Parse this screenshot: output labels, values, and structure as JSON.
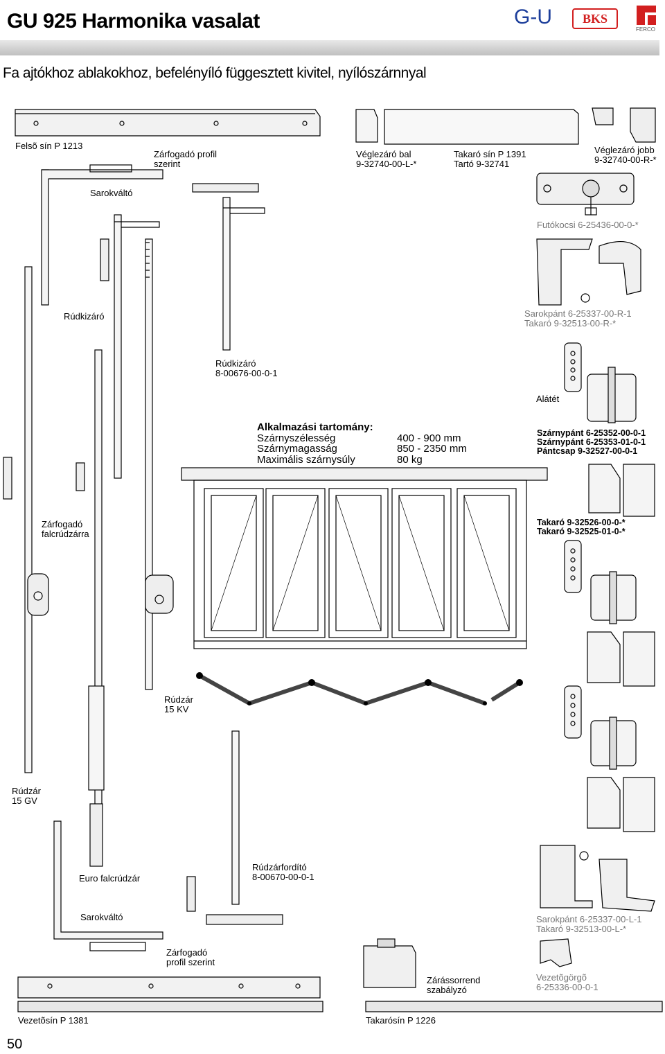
{
  "header": {
    "title": "GU 925 Harmonika vasalat",
    "subtitle": "Fa ajtókhoz ablakokhoz, befelényíló függesztett kivitel, nyílószárnnyal",
    "logos": {
      "gu": "G-U",
      "bks": "BKS",
      "ferco": "FERCO"
    }
  },
  "labels": {
    "felso_sin": "Felsõ sín P 1213",
    "zarfogado_profil_1": "Zárfogadó profil",
    "zarfogado_profil_2": "szerint",
    "veglezaro_bal_1": "Véglezáró bal",
    "veglezaro_bal_2": "9-32740-00-L-*",
    "takaro_sin_1": "Takaró sín P 1391",
    "takaro_sin_2": "Tartó 9-32741",
    "veglezaro_jobb_1": "Véglezáró jobb",
    "veglezaro_jobb_2": "9-32740-00-R-*",
    "sarokvalto_top": "Sarokváltó",
    "futokocsi": "Futókocsi 6-25436-00-0-*",
    "rudkizaro_left": "Rúdkizáró",
    "sarokpant_r_1": "Sarokpánt  6-25337-00-R-1",
    "sarokpant_r_2": "Takaró        9-32513-00-R-*",
    "rudkizaro_mid_1": "Rúdkizáró",
    "rudkizaro_mid_2": "8-00676-00-0-1",
    "alatet": "Alátét",
    "szarnypant_1": "Szárnypánt 6-25352-00-0-1",
    "szarnypant_2": "Szárnypánt 6-25353-01-0-1",
    "szarnypant_3": "Pántcsap   9-32527-00-0-1",
    "zarfogado_falc_1": "Zárfogadó",
    "zarfogado_falc_2": "falcrúdzárra",
    "takaro_526": "Takaró 9-32526-00-0-*",
    "takaro_525": "Takaró 9-32525-01-0-*",
    "rudzar_kv_1": "Rúdzár",
    "rudzar_kv_2": "15 KV",
    "rudzar_gv_1": "Rúdzár",
    "rudzar_gv_2": "15 GV",
    "euro_falc": "Euro falcrúdzár",
    "rudzarfordito_1": "Rúdzárfordító",
    "rudzarfordito_2": "8-00670-00-0-1",
    "sarokvalto_bottom": "Sarokváltó",
    "sarokpant_l_1": "Sarokpánt 6-25337-00-L-1",
    "sarokpant_l_2": "Takaró      9-32513-00-L-*",
    "zarfogado_profil_b_1": "Zárfogadó",
    "zarfogado_profil_b_2": "profil szerint",
    "zarassorrend_1": "Zárássorrend",
    "zarassorrend_2": "szabályzó",
    "vezetogorgo_1": "Vezetõgörgõ",
    "vezetogorgo_2": "6-25336-00-0-1",
    "vezetosin": "Vezetõsín P 1381",
    "takarosin": "Takarósín P 1226"
  },
  "range": {
    "heading": "Alkalmazási tartomány:",
    "rows": [
      {
        "name": "Szárnyszélesség",
        "value": "400 -  900 mm"
      },
      {
        "name": "Szárnymagasság",
        "value": "850 - 2350 mm"
      },
      {
        "name": "Maximális  szárnysúly",
        "value": "80 kg"
      }
    ]
  },
  "page_number": "50"
}
